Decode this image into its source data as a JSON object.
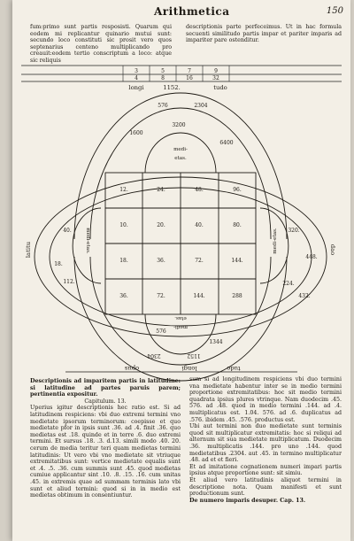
{
  "header": {
    "title": "Arithmetica",
    "folio": "150"
  },
  "text": {
    "top_left": "fum:primo sunt partis resposisti. Quarum qui eodem mi replicantur quinario mutui sunt: secundo loco constituti sic prosit vero quos septenarius centeno multiplicando pro creauit:eodem tertio conscriptum a loco: atque sic reliquis",
    "top_right": "descriptionis parte perfeceimus. Ut in hac formula secuenti similitudo partis impar et pariter imparis ad impariter pare ostenditur.",
    "bottom_left": [
      "Descriptionis ad imparitem partis in latitudine: si latitudine ad partes paruis parem; pertinentia expositur.",
      "Capitulum. 13.",
      "Uperius igitur descriptionis hec ratio est. Si ad latitudinem respiciens: vbi duo extremi termini vno medietate ipsorum terminorum: coepisse et quo medietate pfor in ipsis sunt .36. ad .4. finit .36. quo medietas est .18. quinde et in terre .6. duo extremi termini. Et sursus .18. .3. d.13. simili modo .40. 20. cerum de media teritur teri quam medietas termini latitudinis: Ut vero vbi vno medietate sit vtriuque extremitatibus sunt: vertice medietate equalis sunt et .4. .5. .36. cum summis sunt .45. quod medietas cumiue applicantur sint .10. .8. .15. .16. cum unitas .45. in extremis quae ad summam terminis lato vbi sunt et aliud termini: quod si in in medio est medietas obtimum in consentiuntur."
    ],
    "bottom_right": [
      "sum si ad longitudinem respiciens vbi duo termini vna medietate habentur inter se in medio termini proportione extremitatibus: hoc sit medio termini quadrata ipsius plures vtrinque. Nam duodecim .45. 576. ad .48. quod in medio termini .144. ad .4. multiplicatus est. 1.04. 576. ad .6. duplicatus ad .576. ibidem .45. .576. productus est.",
      "Ubi aut termini non duo medietate sunt terminis quod sit multiplicatur extremitatis: hoc si reliqui ad alternum sit sua medietate multiplicatum. Duodecim .36. multiplicatis .144. pro uno .144. quod medietatibus .2304. aut .45. in termino multiplicatur .48. ad et et fieri.",
      "Et ad imitatione cognationem numeri impari partis ipsius atque proportione sunt: sit simiu.",
      "Et aliud vero latitudinis aliquot termini in descriptione nota. Quam manifesti et sunt productionum sunt.",
      "De numero imparis desuper. Cap. 13."
    ]
  },
  "table": {
    "row1": [
      "3",
      "5",
      "7",
      "9"
    ],
    "row2": [
      "4",
      "8",
      "16",
      "32"
    ],
    "row3": [
      "longi",
      "1152.",
      "tudo"
    ]
  },
  "diagram": {
    "top_pair": [
      "576",
      "2304"
    ],
    "upper_mid": [
      "1600",
      "3200",
      "6400"
    ],
    "top_center": [
      "medi-",
      "etas."
    ],
    "grid": [
      [
        "12.",
        "24.",
        "48.",
        "96."
      ],
      [
        "10.",
        "20.",
        "40.",
        "80."
      ],
      [
        "18.",
        "36.",
        "72.",
        "144."
      ],
      [
        "36.",
        "72.",
        "144.",
        "288"
      ]
    ],
    "left_outer": "40.",
    "left_inner": "medi-etas.",
    "right_outer": "320.",
    "right_far": "448.",
    "right_inner": "medi-etas.",
    "left_col": [
      "18.",
      "112."
    ],
    "right_col": [
      "224.",
      "432."
    ],
    "bottom_pair": [
      "576",
      "1344"
    ],
    "bottom_center": [
      "medi-",
      "etas."
    ],
    "bottom_upside": [
      "2304",
      "1152"
    ],
    "side_left": "latitu",
    "side_right": "dao",
    "bottom_labels": [
      "opus",
      "longi",
      "tudo"
    ],
    "inner_numbers": [
      "2304",
      "576"
    ]
  },
  "side_notes": {
    "left": "...",
    "right": "..."
  }
}
